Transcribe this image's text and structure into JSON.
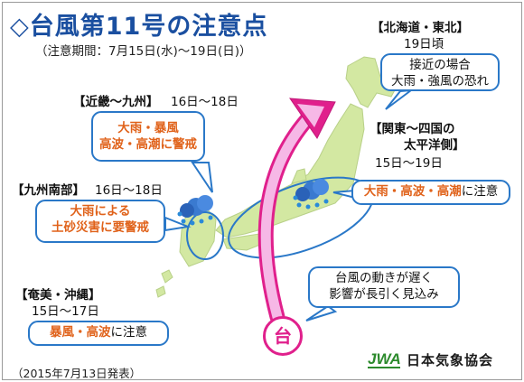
{
  "title": "◇台風第11号の注意点",
  "period": "（注意期間：7月15日(水)〜19日(日)）",
  "regions": {
    "hokkaido": {
      "label": "【北海道・東北】",
      "date": "19日頃"
    },
    "kinki": {
      "label": "【近畿〜九州】",
      "date": "16日〜18日"
    },
    "kanto": {
      "label1": "【関東〜四国の",
      "label2": "太平洋側】",
      "date": "15日〜19日"
    },
    "kyushu_south": {
      "label": "【九州南部】",
      "date": "16日〜18日"
    },
    "amami": {
      "label": "【奄美・沖縄】",
      "date": "15日〜17日"
    }
  },
  "callouts": {
    "hokkaido_1": "接近の場合",
    "hokkaido_2": "大雨・強風の恐れ",
    "kinki_1": "大雨・暴風",
    "kinki_2": "高波・高潮に警戒",
    "kanto_warn": "大雨・高波・高潮",
    "kanto_tail": "に注意",
    "kyushu_1": "大雨による",
    "kyushu_2": "土砂災害に要警戒",
    "amami_warn": "暴風・高波",
    "amami_tail": "に注意",
    "outlook_1": "台風の動きが遅く",
    "outlook_2": "影響が長引く見込み"
  },
  "typhoon_label": "台",
  "issued": "（2015年7月13日発表）",
  "logo": {
    "mark": "JWA",
    "name": "日本気象協会"
  },
  "colors": {
    "title": "#1a4fa0",
    "warning_text": "#e0621a",
    "callout_border": "#2a78c8",
    "land": "#d3e8a2",
    "track": "#e0208c"
  },
  "icons": [
    "rain-cloud-icon",
    "rain-cloud-icon"
  ]
}
